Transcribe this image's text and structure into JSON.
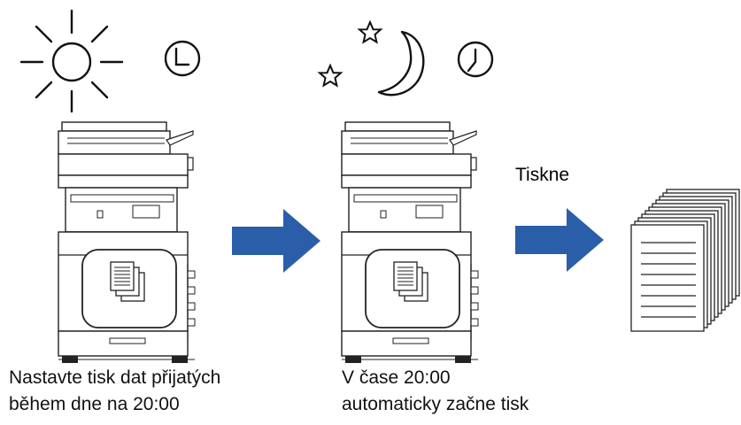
{
  "captions": {
    "left_line1": "Nastavte tisk dat přijatých",
    "left_line2": "během dne na 20:00",
    "middle_line1": "V čase 20:00",
    "middle_line2": "automaticky začne tisk",
    "printing_label": "Tiskne"
  },
  "icons": {
    "day": "sun-icon",
    "night": [
      "moon-icon",
      "star-icon",
      "star-icon"
    ],
    "clock": "clock-icon",
    "document": "documents-icon",
    "arrow": "right-arrow-icon",
    "output": "paper-stack-icon"
  },
  "colors": {
    "arrow": "#2a5ea8",
    "line": "#222222",
    "panel_bg": "#ffffff"
  }
}
